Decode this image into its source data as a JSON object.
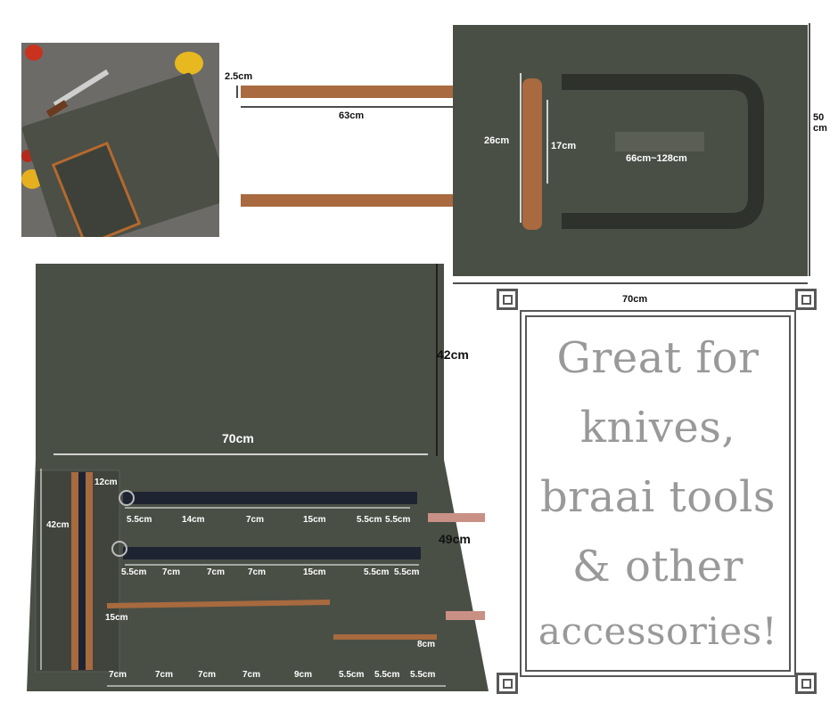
{
  "product_photo": {
    "alt": "Waxed canvas roll bag with braai tools"
  },
  "top_strap": {
    "width_label": "2.5cm",
    "length_label": "63cm"
  },
  "closed_roll": {
    "height_label": "50 cm",
    "width_label": "70cm",
    "handle_outer_label": "26cm",
    "handle_inner_label": "17cm",
    "shoulder_strap_label": "66cm~128cm"
  },
  "open_roll": {
    "flap_height_label": "42cm",
    "flap_width_label": "70cm",
    "body_height_label": "49cm",
    "zip_pocket_width_label": "12cm",
    "zip_pocket_height_label": "42cm",
    "row1_labels": [
      "5.5cm",
      "14cm",
      "7cm",
      "15cm",
      "5.5cm",
      "5.5cm"
    ],
    "row2_labels": [
      "5.5cm",
      "7cm",
      "7cm",
      "7cm",
      "15cm",
      "5.5cm",
      "5.5cm"
    ],
    "pocket_height_label": "15cm",
    "small_pocket_label": "8cm",
    "bottom_labels": [
      "7cm",
      "7cm",
      "7cm",
      "7cm",
      "9cm",
      "5.5cm",
      "5.5cm",
      "5.5cm"
    ]
  },
  "tagline": [
    "Great for",
    "knives,",
    "braai tools",
    "& other",
    "accessories!"
  ],
  "colors": {
    "canvas": "#4a4f46",
    "leather": "#a86a3e",
    "strap": "#1f2433",
    "tagline": "#999999",
    "frame": "#575757"
  }
}
